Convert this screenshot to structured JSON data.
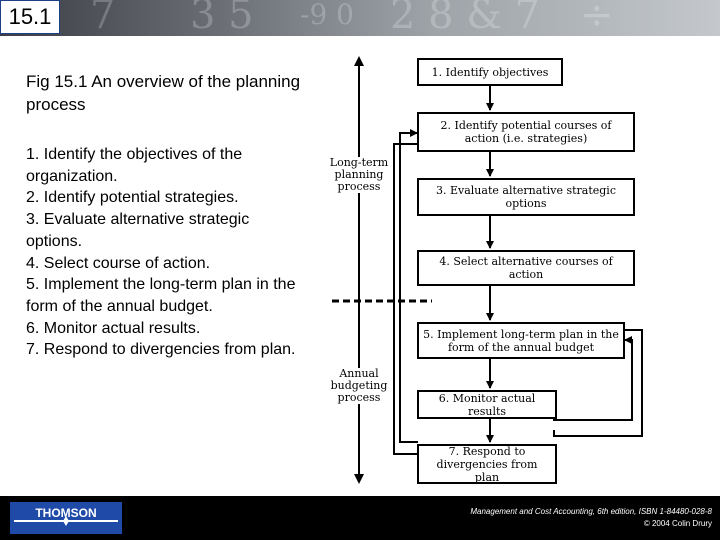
{
  "slide": {
    "number": "15.1",
    "title": "Fig 15.1 An overview of the planning process",
    "steps": [
      "1. Identify the objectives of the organization.",
      "2. Identify potential strategies.",
      "3. Evaluate alternative strategic options.",
      "4. Select course of action.",
      "5. Implement the long-term plan in the form of the annual budget.",
      "6. Monitor actual results.",
      "7. Respond to divergencies from plan."
    ]
  },
  "diagram": {
    "boxes": [
      {
        "label": "1. Identify objectives"
      },
      {
        "label": "2. Identify potential courses of action (i.e. strategies)"
      },
      {
        "label": "3. Evaluate alternative strategic options"
      },
      {
        "label": "4. Select alternative courses of action"
      },
      {
        "label": "5. Implement long-term plan in the form of the annual budget"
      },
      {
        "label": "6. Monitor actual results"
      },
      {
        "label": "7. Respond to divergencies from plan"
      }
    ],
    "side_labels": {
      "long_term": "Long-term planning process",
      "annual": "Annual budgeting process"
    }
  },
  "footer": {
    "logo_text": "THOMSON",
    "citation_line1": "Management and Cost Accounting, 6th edition, ISBN 1-84480-028-8",
    "citation_line2": "© 2004 Colin Drury"
  },
  "colors": {
    "footer_bg": "#000000",
    "logo_blue": "#1f4aa8",
    "slide_number_border": "#1c3f8a"
  }
}
